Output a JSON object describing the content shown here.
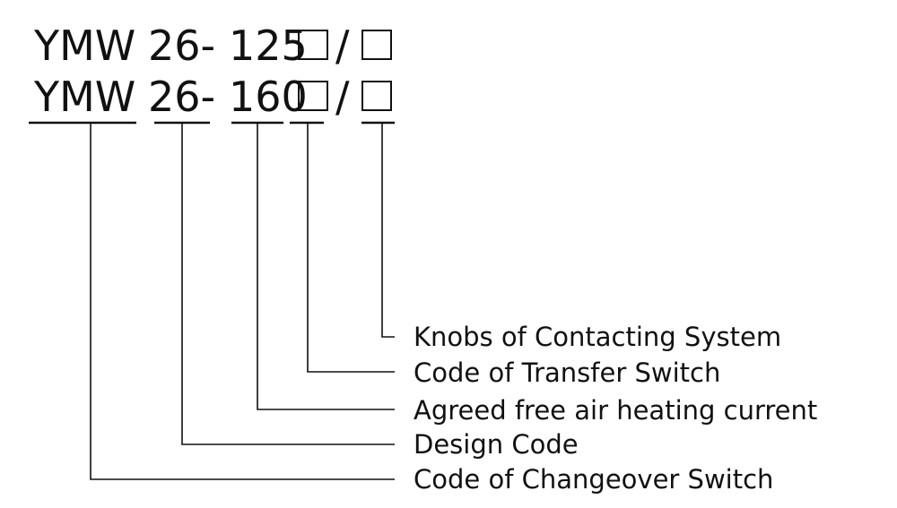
{
  "model_codes": {
    "line1": {
      "prefix": "YMW",
      "design": "26-",
      "current": "125",
      "separator": "/"
    },
    "line2": {
      "prefix": "YMW",
      "design": "26-",
      "current": "160",
      "separator": "/"
    }
  },
  "labels": {
    "knobs": "Knobs of Contacting System",
    "transfer": "Code of Transfer Switch",
    "current": "Agreed free air heating current",
    "design": "Design Code",
    "changeover": "Code of Changeover Switch"
  }
}
